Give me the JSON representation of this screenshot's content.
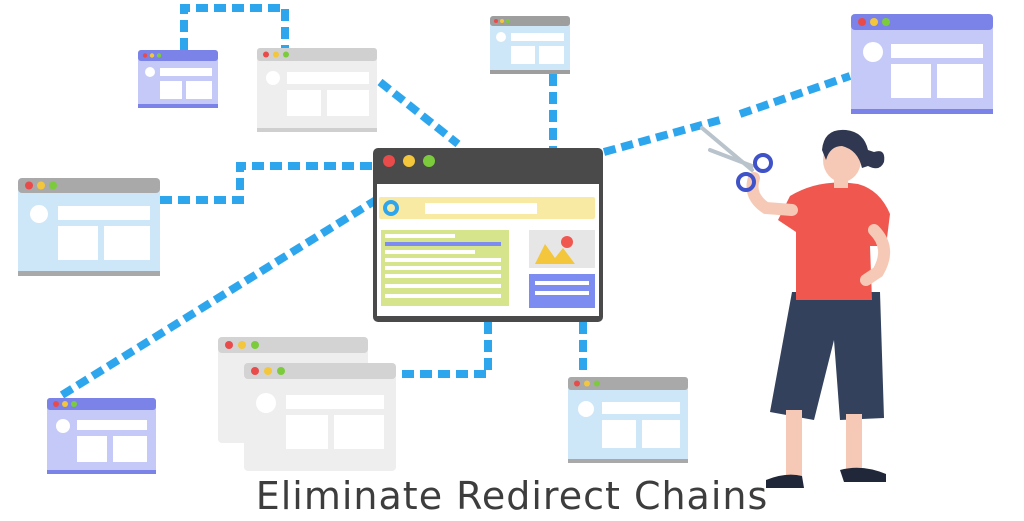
{
  "caption": "Eliminate Redirect Chains",
  "colors": {
    "connector": "#2ea6ee",
    "main_frame": "#4a4a4a",
    "purple_window": "#c4c9f7",
    "purple_bar": "#7b83e8",
    "blue_window": "#cde6f8",
    "blue_bar": "#a9a9a9",
    "gray_window": "#eeeeee",
    "highlight_yellow": "#f8e9a3",
    "highlight_green": "#d6e58b",
    "button_blue": "#7c8cf0",
    "dot_red": "#e94b4b",
    "dot_yellow": "#f3c63c",
    "dot_green": "#7ccb3c",
    "shirt": "#f0584f",
    "shorts": "#33415c",
    "skin": "#f6c9b6",
    "hair": "#2f3850",
    "scissors": "#3f52c7"
  },
  "windows": [
    {
      "name": "purple",
      "role": "linked page"
    },
    {
      "name": "gray",
      "role": "linked page"
    },
    {
      "name": "blue",
      "role": "linked page"
    },
    {
      "name": "purple",
      "role": "linked page"
    },
    {
      "name": "blue",
      "role": "linked page"
    },
    {
      "name": "purple",
      "role": "linked page"
    },
    {
      "name": "gray",
      "role": "linked page"
    },
    {
      "name": "blue",
      "role": "linked page"
    }
  ],
  "icons": [
    "browser-window-icon",
    "scissors-icon",
    "person-illustration"
  ]
}
